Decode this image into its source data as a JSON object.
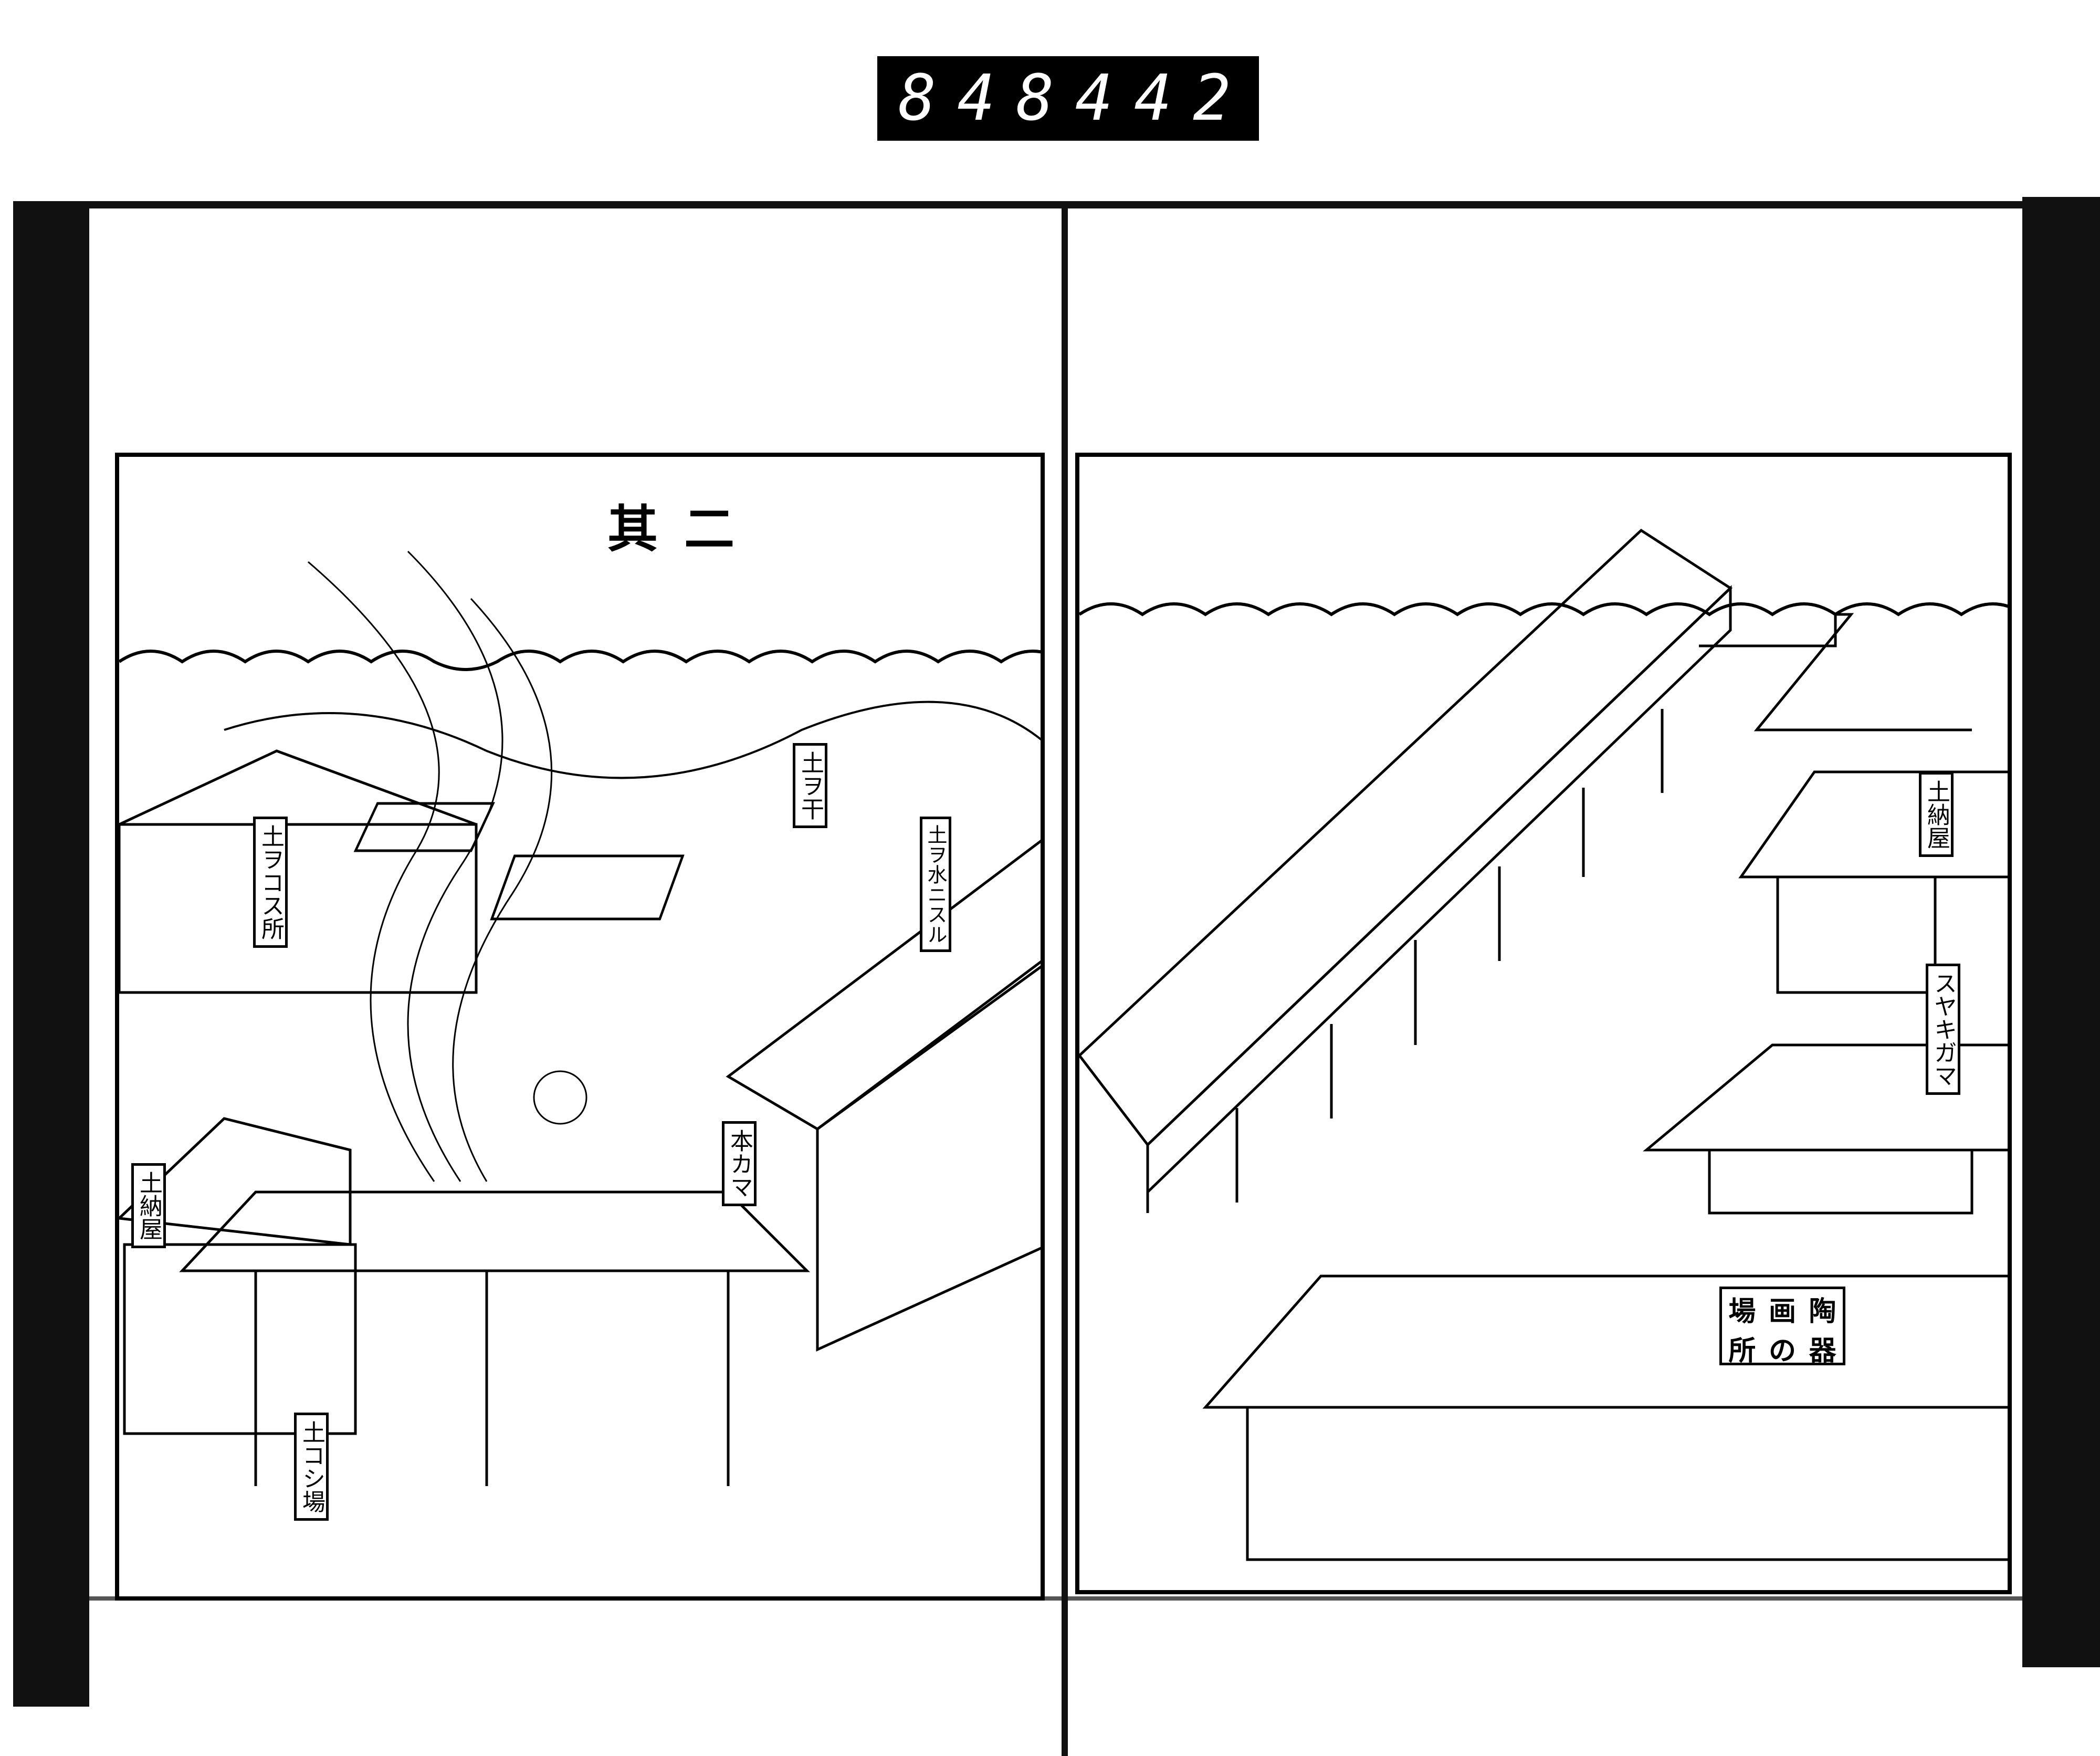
{
  "counter": {
    "left_number": "848",
    "right_number": "442."
  },
  "left_page": {
    "title": "其二",
    "labels": {
      "sift_place": "土ヲコス所",
      "dry_clay": "土ヲ干",
      "clay_water": "土ヲ水ニスル",
      "main_kiln": "本カマ",
      "clay_storehouse": "土納屋",
      "clay_straining": "土コシ場"
    }
  },
  "right_page": {
    "labels": {
      "clay_storehouse": "土納屋",
      "bisque_kiln": "スヤキガマ"
    },
    "sign": [
      "陶",
      "器",
      "画",
      "の",
      "場",
      "所"
    ]
  }
}
